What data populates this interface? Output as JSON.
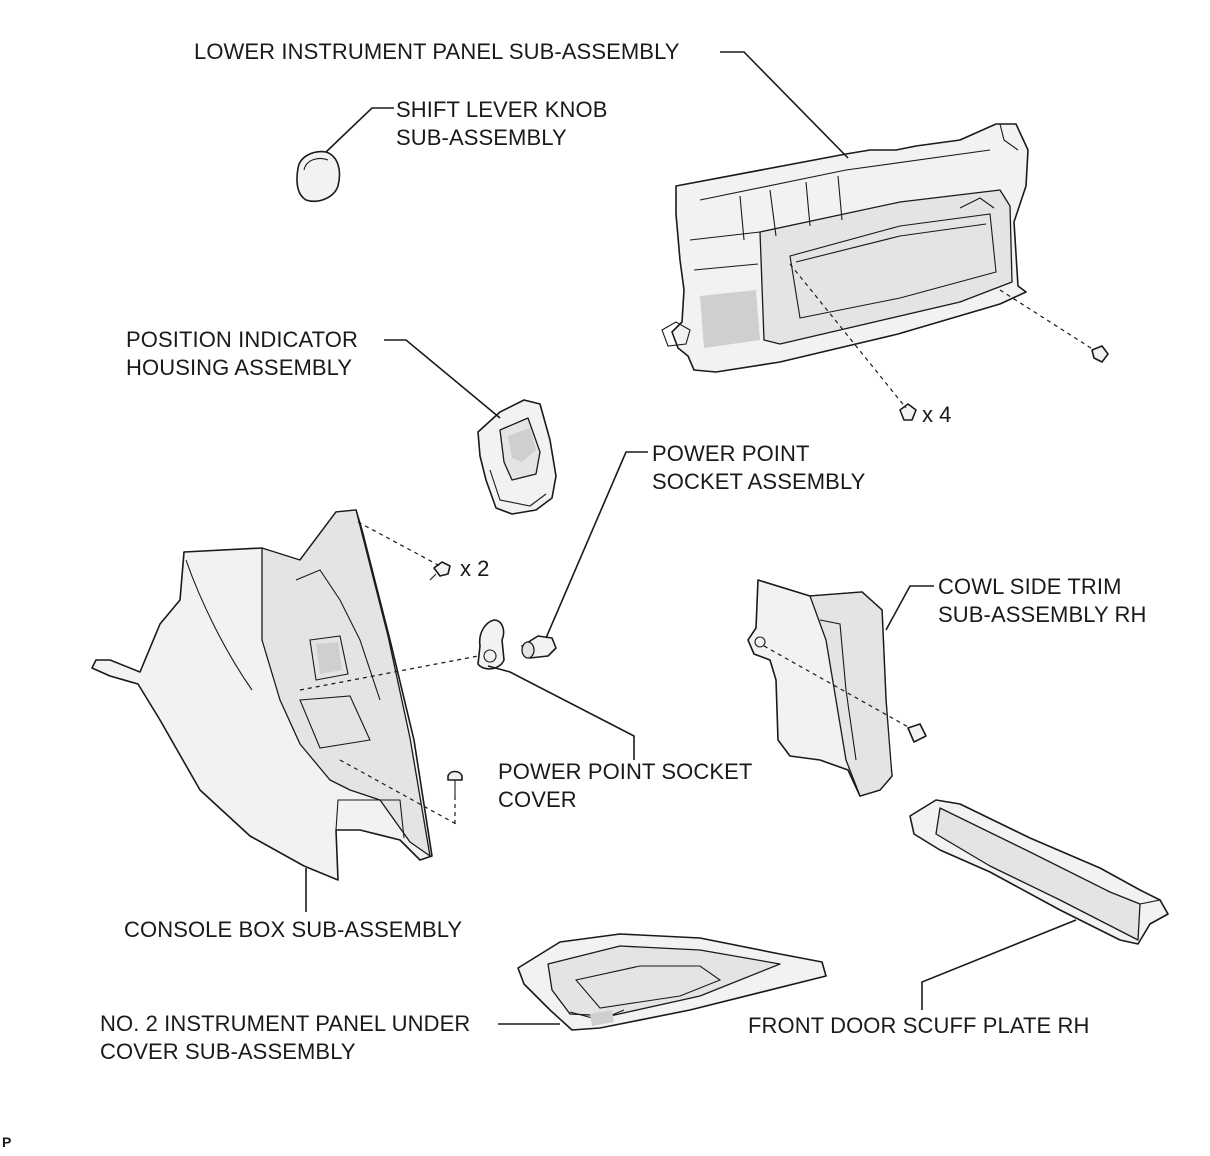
{
  "labels": {
    "lower_panel": [
      "LOWER INSTRUMENT PANEL SUB-ASSEMBLY"
    ],
    "shift_knob": [
      "SHIFT LEVER KNOB",
      "SUB-ASSEMBLY"
    ],
    "position_indicator": [
      "POSITION INDICATOR",
      "HOUSING ASSEMBLY"
    ],
    "power_point_socket": [
      "POWER POINT",
      "SOCKET ASSEMBLY"
    ],
    "cowl_trim": [
      "COWL SIDE TRIM",
      "SUB-ASSEMBLY RH"
    ],
    "socket_cover": [
      "POWER POINT SOCKET",
      "COVER"
    ],
    "console_box": [
      "CONSOLE BOX SUB-ASSEMBLY"
    ],
    "under_cover": [
      "NO. 2 INSTRUMENT PANEL UNDER",
      "COVER SUB-ASSEMBLY"
    ],
    "scuff_plate": [
      "FRONT DOOR SCUFF PLATE RH"
    ]
  },
  "quantities": {
    "panel_screws": "x 4",
    "console_screws": "x 2"
  },
  "corner_mark": "P",
  "colors": {
    "line": "#1a1a1a",
    "part_fill": "#f2f2f2",
    "shade": "#cfcfcf"
  }
}
